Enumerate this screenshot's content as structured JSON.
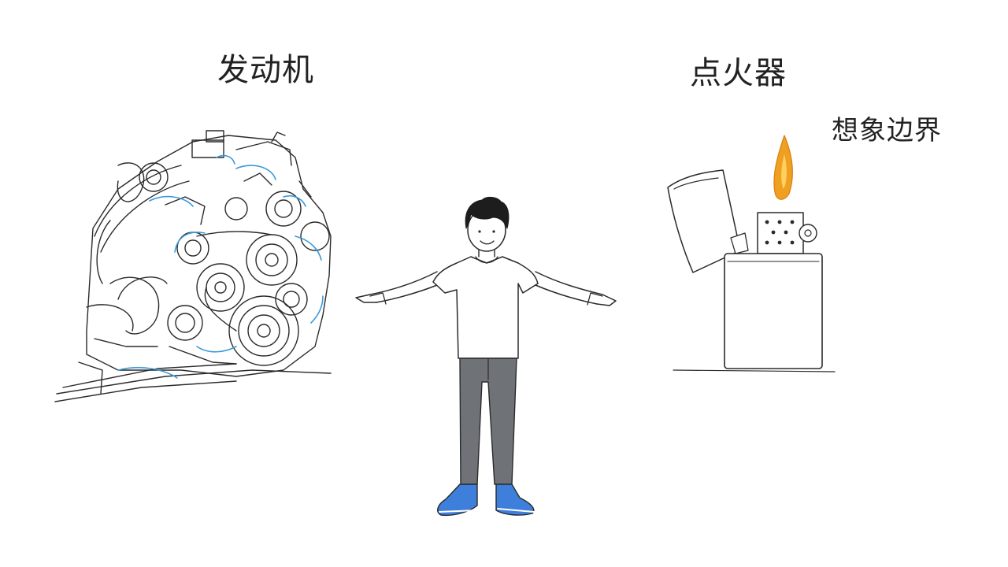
{
  "labels": {
    "engine": "发动机",
    "igniter": "点火器",
    "imagination": "想象边界"
  },
  "colors": {
    "ink": "#2a2a2a",
    "engine_accent": "#3a9ad9",
    "flame_outer": "#f0a020",
    "flame_inner": "#ffd060",
    "shoes": "#3f7fdc",
    "pants": "#6f7378"
  },
  "icons": {
    "engine": "engine-sketch",
    "lighter": "zippo-lighter-sketch",
    "person": "person-pointing-sketch"
  }
}
